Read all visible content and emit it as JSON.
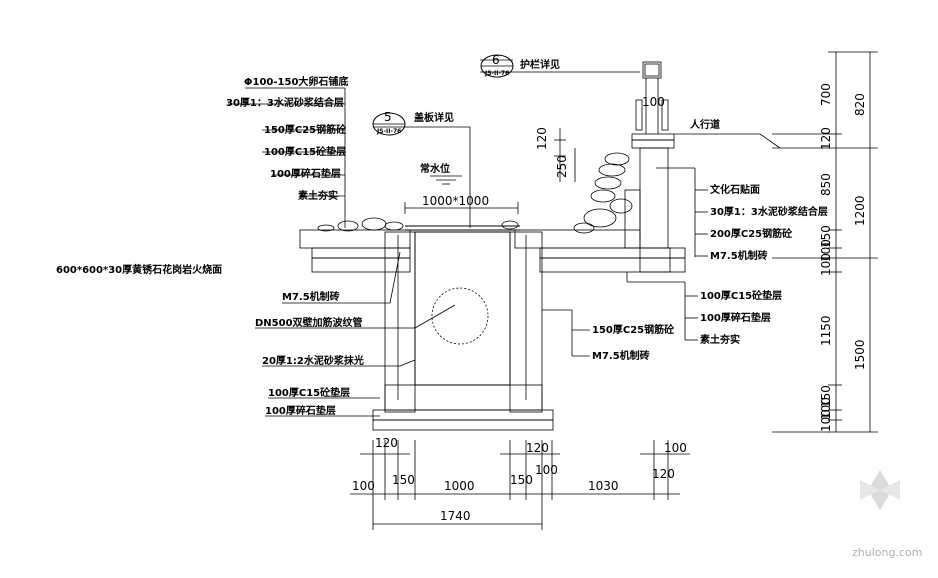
{
  "callouts": {
    "railing": {
      "number": "6",
      "ref": "JS-II-76",
      "text": "护栏详见"
    },
    "cover": {
      "number": "5",
      "ref": "JS-II-76",
      "text": "盖板详见"
    }
  },
  "labels": {
    "sidewalk": "人行道",
    "water_level": "常水位",
    "grate": "1000*1000",
    "paving": "600*600*30厚黄锈石花岗岩火烧面",
    "post_width": "100"
  },
  "left_layers": [
    "Φ100-150大卵石铺底",
    "30厚1：3水泥砂浆结合层",
    "150厚C25钢筋砼",
    "100厚C15砼垫层",
    "100厚碎石垫层",
    "素土夯实"
  ],
  "left_wall_labels": [
    "M7.5机制砖",
    "DN500双壁加筋波纹管",
    "20厚1:2水泥砂浆抹光",
    "100厚C15砼垫层",
    "100厚碎石垫层"
  ],
  "right_wall_labels": [
    "150厚C25钢筋砼",
    "M7.5机制砖"
  ],
  "right_upper_labels": [
    "文化石贴面",
    "30厚1：3水泥砂浆结合层",
    "200厚C25钢筋砼",
    "M7.5机制砖"
  ],
  "right_lower_labels": [
    "100厚C15砼垫层",
    "100厚碎石垫层",
    "素土夯实"
  ],
  "vertical_dims": {
    "inner": [
      "120",
      "250"
    ],
    "right_a": [
      "700",
      "120",
      "850",
      "150",
      "100",
      "100",
      "1150",
      "150",
      "100",
      "100"
    ],
    "right_b": [
      "820",
      "1200",
      "1500"
    ]
  },
  "horizontal_dims": {
    "top_row": [
      "120",
      "120",
      "100"
    ],
    "mid_row": [
      "100",
      "150",
      "1000",
      "150",
      "100",
      "1030",
      "120"
    ],
    "total": "1740"
  },
  "watermark": "zhulong.com"
}
